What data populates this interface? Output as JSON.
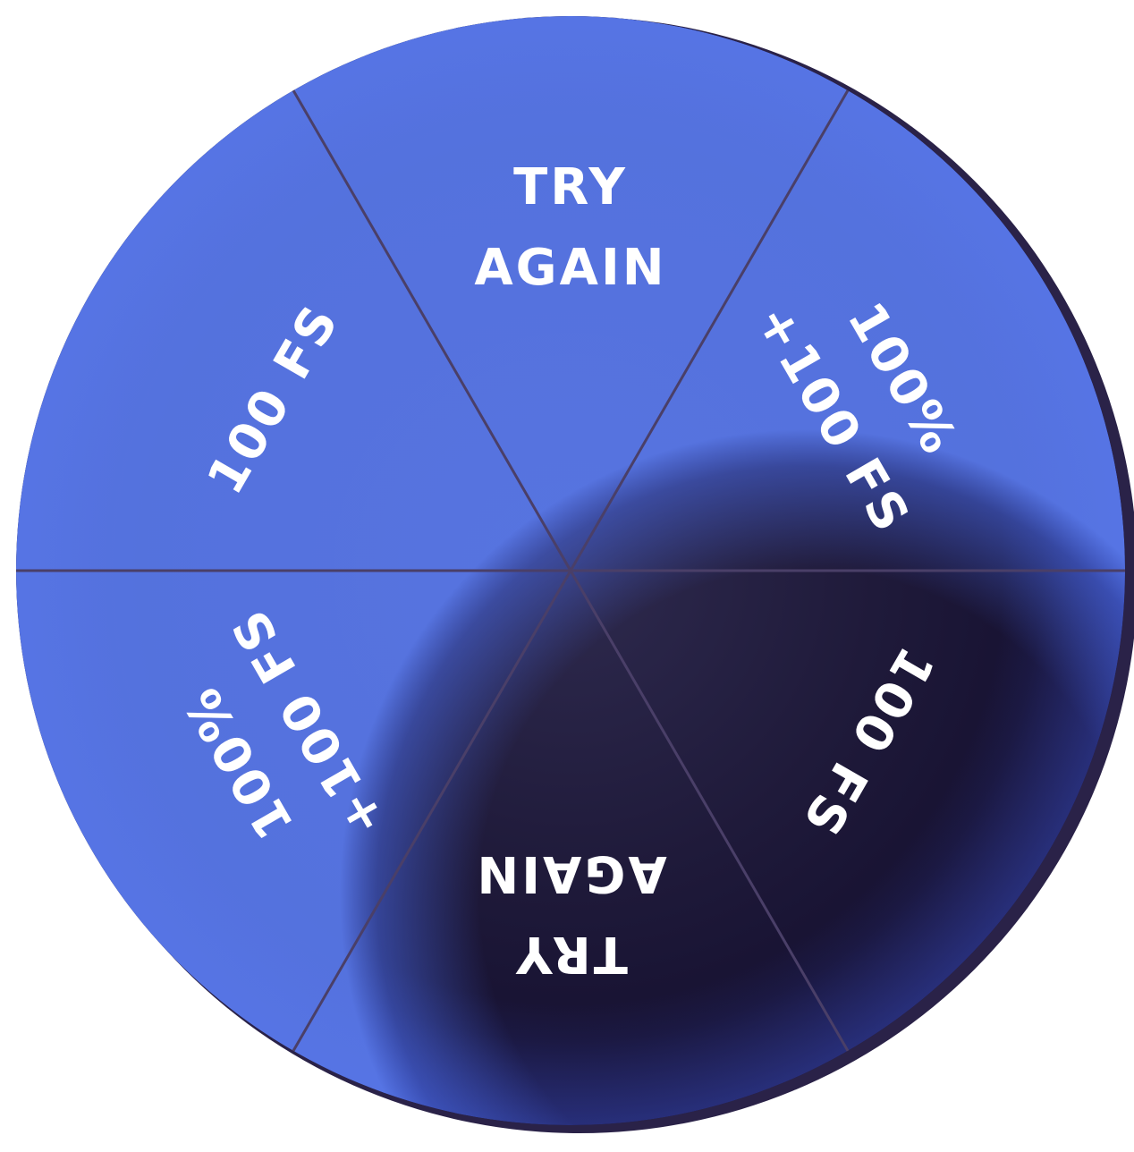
{
  "wheel": {
    "segments": [
      {
        "lines": [
          "TRY",
          "AGAIN"
        ]
      },
      {
        "lines": [
          "100%",
          "+100 FS"
        ]
      },
      {
        "lines": [
          "100 FS"
        ]
      },
      {
        "lines": [
          "TRY",
          "AGAIN"
        ]
      },
      {
        "lines": [
          "100%",
          "+100 FS"
        ]
      },
      {
        "lines": [
          "100 FS"
        ]
      }
    ],
    "colors": {
      "segment_center": "#2e2a4e",
      "segment_mid": "#1f1a3a",
      "segment_edge": "#171232",
      "rim_glow": "#4a6ae6",
      "rim_outer": "#2a2248",
      "divider": "#4a3f68",
      "label": "#ffffff"
    }
  }
}
